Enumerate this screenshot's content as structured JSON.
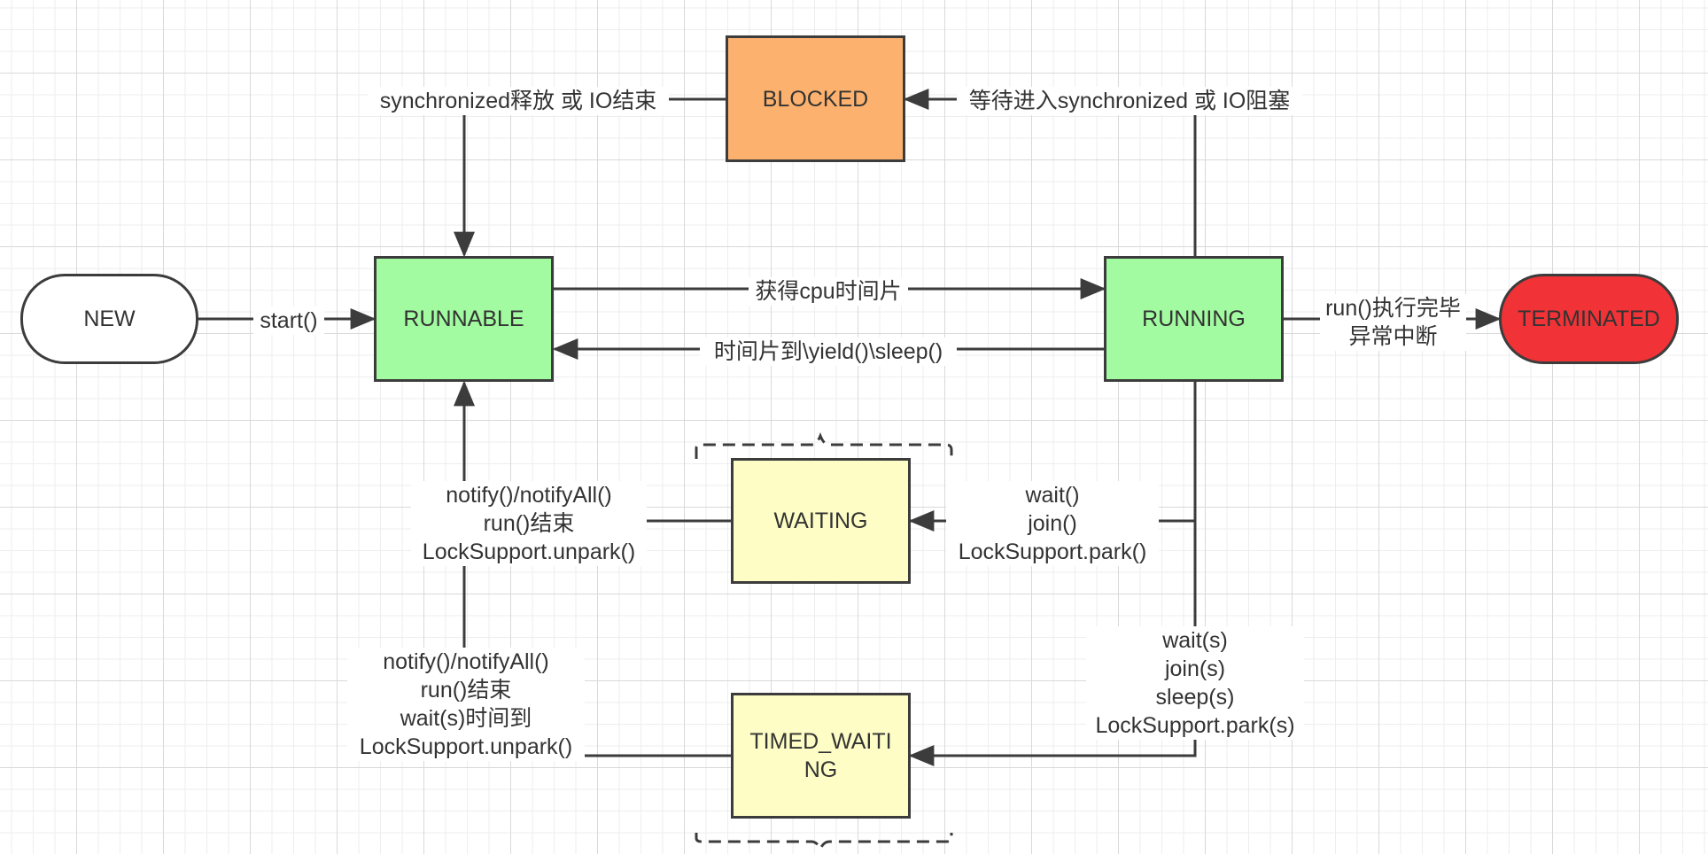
{
  "diagram": {
    "colors": {
      "blocked": "#fcb26e",
      "runnable": "#a2fba0",
      "running": "#a2fba0",
      "waiting": "#fdfdc5",
      "timed_waiting": "#fdfdc5",
      "terminated": "#f13236",
      "new": "#ffffff",
      "edge": "#3c3c3c"
    },
    "nodes": {
      "new": "NEW",
      "runnable": "RUNNABLE",
      "blocked": "BLOCKED",
      "running": "RUNNING",
      "terminated": "TERMINATED",
      "waiting": "WAITING",
      "timed_waiting": "TIMED_WAITING"
    },
    "edges": {
      "start": [
        "start()"
      ],
      "new_to_blocked": [
        "等待进入synchronized 或 IO阻塞"
      ],
      "blocked_to_runnable": [
        "synchronized释放 或 IO结束"
      ],
      "runnable_to_running": [
        "获得cpu时间片"
      ],
      "running_to_runnable": [
        "时间片到\\yield()\\sleep()"
      ],
      "running_to_terminated": [
        "run()执行完毕",
        "异常中断"
      ],
      "running_to_waiting": [
        "wait()",
        "join()",
        "LockSupport.park()"
      ],
      "waiting_to_runnable": [
        "notify()/notifyAll()",
        "run()结束",
        "LockSupport.unpark()"
      ],
      "running_to_timed_waiting": [
        "wait(s)",
        "join(s)",
        "sleep(s)",
        "LockSupport.park(s)"
      ],
      "timed_waiting_to_runnable": [
        "notify()/notifyAll()",
        "run()结束",
        "wait(s)时间到",
        "LockSupport.unpark()"
      ]
    }
  }
}
